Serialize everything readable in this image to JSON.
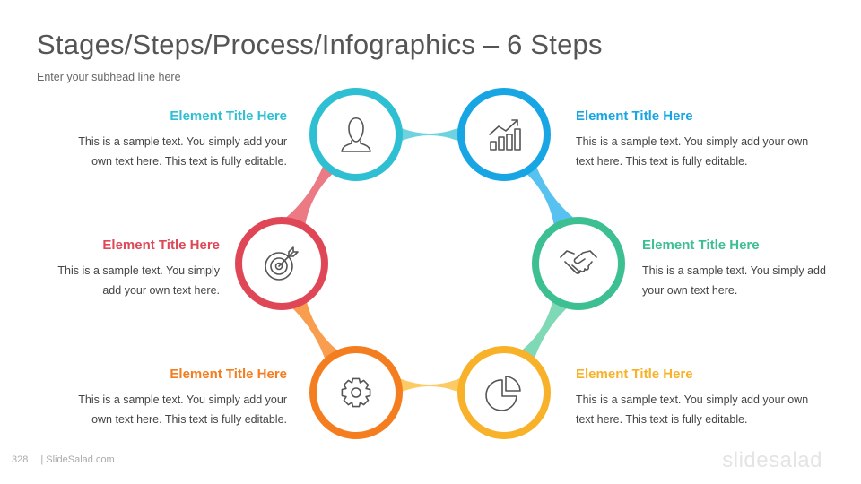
{
  "slide": {
    "title": "Stages/Steps/Process/Infographics – 6 Steps",
    "subtitle": "Enter your subhead  line here"
  },
  "steps": [
    {
      "title": "Element Title Here",
      "body": "This is a sample text. You simply add your own text here. This text is fully editable.",
      "color": "#2EBFD2",
      "icon": "user-icon"
    },
    {
      "title": "Element Title Here",
      "body": "This is a sample text. You simply add your own text here. This text is fully editable.",
      "color": "#17A5E4",
      "icon": "bar-chart-growth-icon"
    },
    {
      "title": "Element Title Here",
      "body": "This is a sample text. You simply add your own text here.",
      "color": "#3CBF91",
      "icon": "handshake-icon"
    },
    {
      "title": "Element Title Here",
      "body": "This is a sample text. You simply add your own text here. This text is fully editable.",
      "color": "#F8B22A",
      "icon": "pie-chart-icon"
    },
    {
      "title": "Element Title Here",
      "body": "This is a sample text. You simply add your own text here. This text is fully editable.",
      "color": "#F47D1F",
      "icon": "gear-icon"
    },
    {
      "title": "Element Title Here",
      "body": "This is a sample text. You simply add your own text here.",
      "color": "#DF4757",
      "icon": "target-icon"
    }
  ],
  "connector_colors": [
    "#6ED3DE",
    "#57C2F0",
    "#7FD8B6",
    "#FCCB66",
    "#F89E4E",
    "#EB7A84"
  ],
  "footer": {
    "page_number": "328",
    "site": "| SlideSalad.com",
    "brand": "slidesalad"
  }
}
